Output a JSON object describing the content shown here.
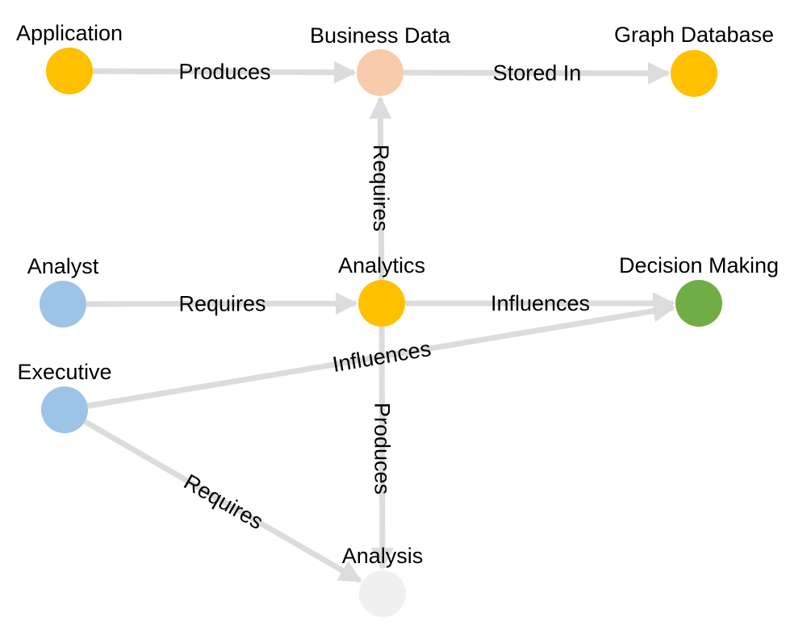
{
  "nodes": [
    {
      "id": "application",
      "label": "Application",
      "color": "#FFC000"
    },
    {
      "id": "business_data",
      "label": "Business Data",
      "color": "#F8CBAD"
    },
    {
      "id": "graph_database",
      "label": "Graph Database",
      "color": "#FFC000"
    },
    {
      "id": "analyst",
      "label": "Analyst",
      "color": "#9DC3E6"
    },
    {
      "id": "analytics",
      "label": "Analytics",
      "color": "#FFC000"
    },
    {
      "id": "decision_making",
      "label": "Decision Making",
      "color": "#70AD47"
    },
    {
      "id": "executive",
      "label": "Executive",
      "color": "#9DC3E6"
    },
    {
      "id": "analysis",
      "label": "Analysis",
      "color": "#F0F0F0"
    }
  ],
  "edges": [
    {
      "source": "application",
      "target": "business_data",
      "label": "Produces"
    },
    {
      "source": "business_data",
      "target": "graph_database",
      "label": "Stored In"
    },
    {
      "source": "analytics",
      "target": "business_data",
      "label": "Requires"
    },
    {
      "source": "analyst",
      "target": "analytics",
      "label": "Requires"
    },
    {
      "source": "analytics",
      "target": "decision_making",
      "label": "Influences"
    },
    {
      "source": "executive",
      "target": "decision_making",
      "label": "Influences"
    },
    {
      "source": "analytics",
      "target": "analysis",
      "label": "Produces"
    },
    {
      "source": "executive",
      "target": "analysis",
      "label": "Requires"
    }
  ],
  "edge_color": "#DCDCDC"
}
